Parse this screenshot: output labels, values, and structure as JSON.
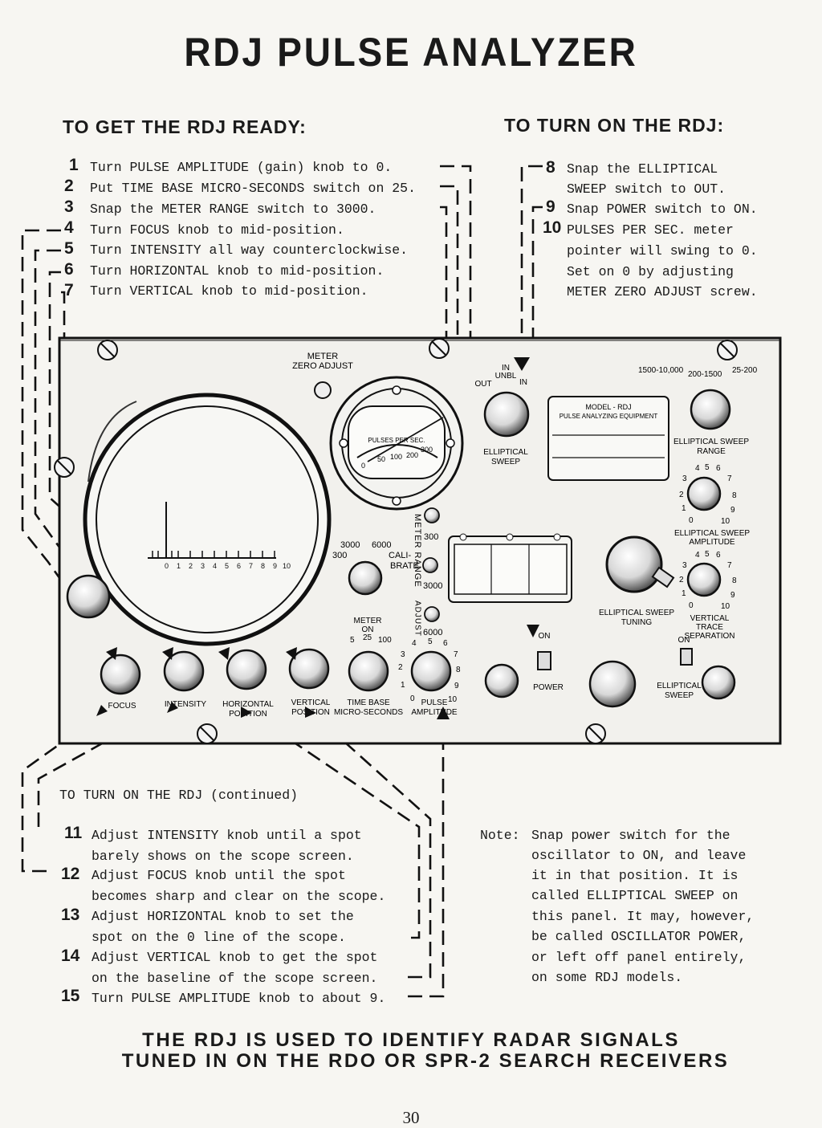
{
  "title": "RDJ PULSE ANALYZER",
  "ready": {
    "heading": "TO GET THE RDJ READY:",
    "steps": [
      {
        "n": "1",
        "text": "Turn PULSE AMPLITUDE (gain) knob to 0."
      },
      {
        "n": "2",
        "text": "Put TIME BASE MICRO-SECONDS switch on 25."
      },
      {
        "n": "3",
        "text": "Snap the METER RANGE switch to 3000."
      },
      {
        "n": "4",
        "text": "Turn FOCUS knob to mid-position."
      },
      {
        "n": "5",
        "text": "Turn INTENSITY all way counterclockwise."
      },
      {
        "n": "6",
        "text": "Turn HORIZONTAL knob to mid-position."
      },
      {
        "n": "7",
        "text": "Turn VERTICAL knob to mid-position."
      }
    ]
  },
  "turn_on": {
    "heading": "TO TURN ON THE RDJ:",
    "steps": [
      {
        "n": "8",
        "lines": [
          "Snap the ELLIPTICAL",
          "SWEEP switch to OUT."
        ]
      },
      {
        "n": "9",
        "lines": [
          "Snap POWER switch to ON."
        ]
      },
      {
        "n": "10",
        "lines": [
          "PULSES PER SEC. meter",
          "pointer will swing to 0.",
          "Set on 0 by adjusting",
          "METER ZERO ADJUST screw."
        ]
      }
    ]
  },
  "panel": {
    "meter_zero_adjust": [
      "METER",
      "ZERO ADJUST"
    ],
    "pulses_per_sec": "PULSES PER SEC.",
    "meter_scale": [
      "0",
      "50",
      "100",
      "200",
      "300"
    ],
    "scope_scale": [
      "0",
      "1",
      "2",
      "3",
      "4",
      "5",
      "6",
      "7",
      "8",
      "9",
      "10"
    ],
    "meter_range_vertical": "METER RANGE",
    "meter_range_values": [
      "3000",
      "6000",
      "300",
      "CALI-",
      "BRATE"
    ],
    "range_buttons": [
      "300",
      "3000",
      "6000"
    ],
    "adjust_vertical": "ADJUST",
    "meter_on": [
      "METER",
      "ON"
    ],
    "time_base_values": [
      "5",
      "25",
      "100"
    ],
    "pulse_amp_values": [
      "4",
      "5",
      "6",
      "3",
      "7",
      "2",
      "8",
      "1",
      "9",
      "0",
      "10"
    ],
    "knob_labels": {
      "focus": "FOCUS",
      "intensity": "INTENSITY",
      "horizontal": [
        "HORIZONTAL",
        "POSITION"
      ],
      "vertical": [
        "VERTICAL",
        "POSITION"
      ],
      "time_base": [
        "TIME BASE",
        "MICRO-SECONDS"
      ],
      "pulse_amplitude": [
        "PULSE",
        "AMPLITUDE"
      ]
    },
    "elliptical_switch": {
      "top": "IN",
      "mid": "UNBL",
      "left": "OUT",
      "right": "IN",
      "label": [
        "ELLIPTICAL",
        "SWEEP"
      ]
    },
    "power": {
      "on": "ON",
      "label": "POWER"
    },
    "nameplate": [
      "MODEL - RDJ",
      "PULSE ANALYZING EQUIPMENT"
    ],
    "sweep_range_values": [
      "1500-10,000",
      "200-1500",
      "25-200"
    ],
    "sweep_range_label": [
      "ELLIPTICAL SWEEP",
      "RANGE"
    ],
    "sweep_amp_label": [
      "ELLIPTICAL SWEEP",
      "AMPLITUDE"
    ],
    "dial_values": [
      "4",
      "5",
      "6",
      "3",
      "7",
      "2",
      "8",
      "1",
      "9",
      "0",
      "10"
    ],
    "sweep_tuning_label": [
      "ELLIPTICAL SWEEP",
      "TUNING"
    ],
    "trace_sep_label": [
      "VERTICAL",
      "TRACE",
      "SEPARATION"
    ],
    "elliptical_toggle": {
      "on": "ON",
      "label": [
        "ELLIPTICAL",
        "SWEEP"
      ]
    }
  },
  "continued": {
    "heading": "TO TURN ON THE RDJ (continued)",
    "steps": [
      {
        "n": "11",
        "lines": [
          "Adjust INTENSITY knob until a spot",
          "barely shows on the scope screen."
        ]
      },
      {
        "n": "12",
        "lines": [
          "Adjust FOCUS knob until the spot",
          "becomes sharp and clear on the scope."
        ]
      },
      {
        "n": "13",
        "lines": [
          "Adjust HORIZONTAL knob to set the",
          "spot on the 0 line of the scope."
        ]
      },
      {
        "n": "14",
        "lines": [
          "Adjust VERTICAL knob to get the spot",
          "on the baseline of the scope screen."
        ]
      },
      {
        "n": "15",
        "lines": [
          "Turn PULSE AMPLITUDE knob to about 9."
        ]
      }
    ]
  },
  "note": {
    "label": "Note:",
    "lines": [
      "Snap power switch for the",
      "oscillator to ON, and leave",
      "it in that position. It is",
      "called ELLIPTICAL SWEEP on",
      "this panel. It may, however,",
      "be called OSCILLATOR POWER,",
      "or left off panel entirely,",
      "on some RDJ models."
    ]
  },
  "footer": [
    "THE RDJ IS USED TO IDENTIFY RADAR SIGNALS",
    "TUNED IN ON THE RDO OR SPR-2 SEARCH RECEIVERS"
  ],
  "page_number": "30"
}
